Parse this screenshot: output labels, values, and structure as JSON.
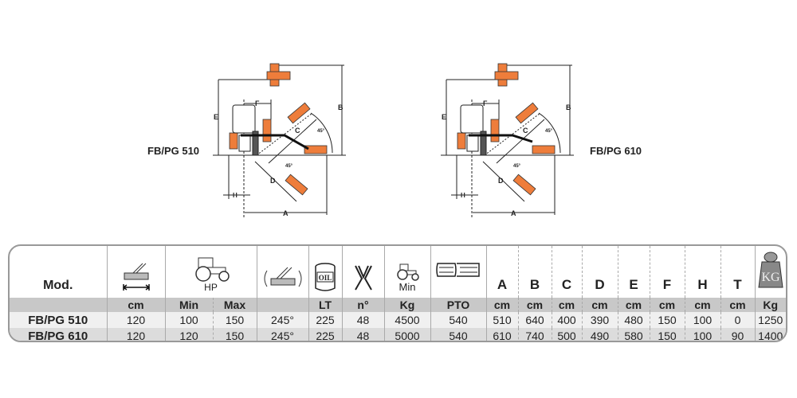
{
  "diagrams": [
    {
      "model": "FB/PG 510"
    },
    {
      "model": "FB/PG 610"
    }
  ],
  "dim_labels": {
    "A": "A",
    "B": "B",
    "C": "C",
    "D": "D",
    "E": "E",
    "F": "F",
    "H": "H",
    "angle": "45°"
  },
  "table": {
    "mod_header": "Mod.",
    "hp_label": "HP",
    "min_label": "Min",
    "oil_label": "OIL",
    "kg_icon_label": "KG",
    "letters": [
      "A",
      "B",
      "C",
      "D",
      "E",
      "F",
      "H",
      "T"
    ],
    "units": [
      "cm",
      "Min",
      "Max",
      "",
      "LT",
      "n°",
      "Kg",
      "PTO",
      "cm",
      "cm",
      "cm",
      "cm",
      "cm",
      "cm",
      "cm",
      "cm",
      "Kg"
    ],
    "rows": [
      {
        "model": "FB/PG 510",
        "values": [
          "120",
          "100",
          "150",
          "245°",
          "225",
          "48",
          "4500",
          "540",
          "510",
          "640",
          "400",
          "390",
          "480",
          "150",
          "100",
          "0",
          "1250"
        ]
      },
      {
        "model": "FB/PG 610",
        "values": [
          "120",
          "120",
          "150",
          "245°",
          "225",
          "48",
          "5000",
          "540",
          "610",
          "740",
          "500",
          "490",
          "580",
          "150",
          "100",
          "90",
          "1400"
        ]
      }
    ]
  },
  "colors": {
    "orange": "#ee7d3b",
    "gray": "#c8c8c8"
  }
}
